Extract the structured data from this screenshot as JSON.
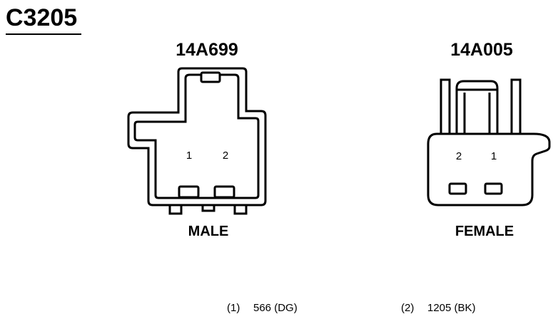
{
  "connector_id": "C3205",
  "male": {
    "part_number": "14A699",
    "label": "MALE",
    "pins": [
      "1",
      "2"
    ]
  },
  "female": {
    "part_number": "14A005",
    "label": "FEMALE",
    "pins": [
      "2",
      "1"
    ]
  },
  "legend": [
    {
      "pin": "(1)",
      "wire": "566 (DG)"
    },
    {
      "pin": "(2)",
      "wire": "1205 (BK)"
    }
  ]
}
